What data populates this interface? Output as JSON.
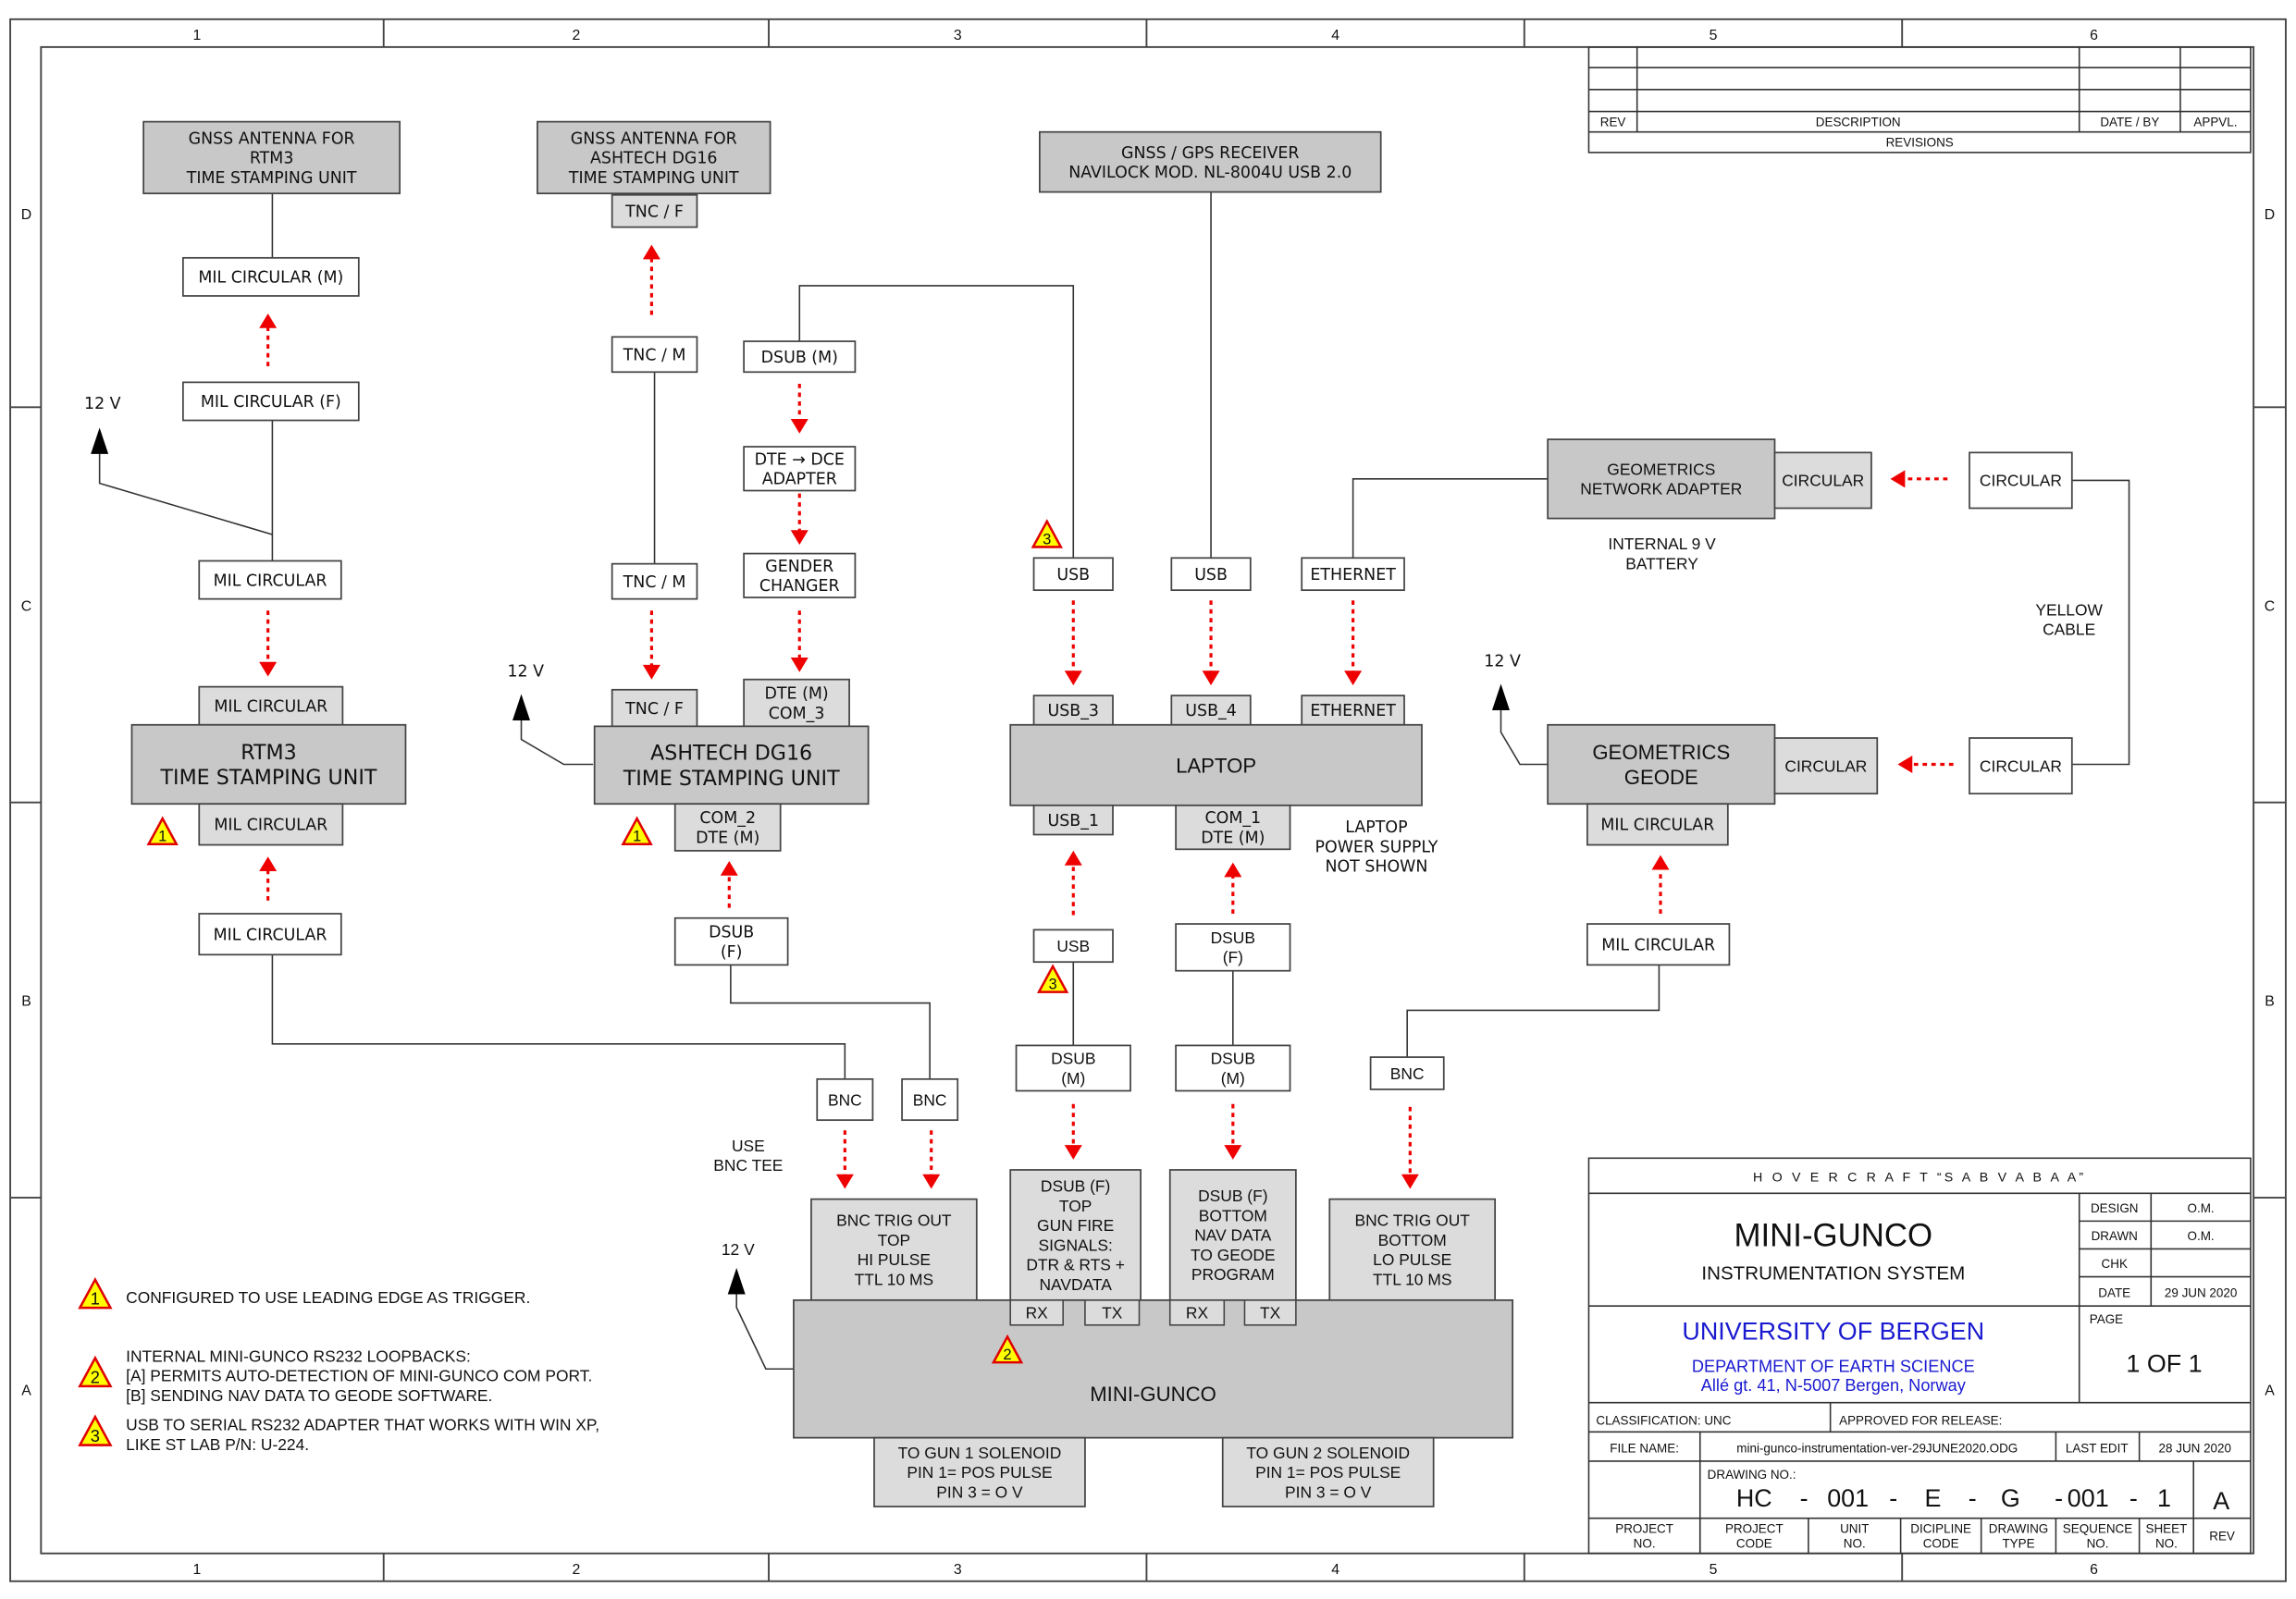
{
  "colors": {
    "dark_box": "#c8c8c8",
    "light_box": "#dcdcdc",
    "white_box": "#ffffff",
    "arrow": "#ee0000",
    "university": "#1a1ad0",
    "warning_fill": "#ffff00",
    "warning_stroke": "#e00000"
  },
  "grid": {
    "columns": [
      "1",
      "2",
      "3",
      "4",
      "5",
      "6"
    ],
    "rows": [
      "D",
      "C",
      "B",
      "A"
    ]
  },
  "revisions": {
    "headers": [
      "REV",
      "DESCRIPTION",
      "DATE / BY",
      "APPVL."
    ],
    "footer": "REVISIONS",
    "rows": [
      [
        "",
        "",
        "",
        ""
      ],
      [
        "",
        "",
        "",
        ""
      ],
      [
        "",
        "",
        "",
        ""
      ]
    ]
  },
  "boxes": {
    "gnss_rtm3": [
      "GNSS ANTENNA FOR",
      "RTM3",
      "TIME STAMPING UNIT"
    ],
    "gnss_ashtech": [
      "GNSS ANTENNA FOR",
      "ASHTECH DG16",
      "TIME STAMPING UNIT"
    ],
    "tnc_f_top": [
      "TNC / F"
    ],
    "gps_receiver": [
      "GNSS / GPS RECEIVER",
      "NAVILOCK MOD. NL-8004U USB 2.0"
    ],
    "mil_circ_m": [
      "MIL CIRCULAR (M)"
    ],
    "mil_circ_f": [
      "MIL CIRCULAR (F)"
    ],
    "tnc_m_1": [
      "TNC / M"
    ],
    "dsub_m_top": [
      "DSUB (M)"
    ],
    "dte_dce": [
      "DTE → DCE",
      "ADAPTER"
    ],
    "gender_changer": [
      "GENDER",
      "CHANGER"
    ],
    "mil_circ_c": [
      "MIL CIRCULAR"
    ],
    "tnc_m_2": [
      "TNC / M"
    ],
    "usb_a": [
      "USB"
    ],
    "usb_b": [
      "USB"
    ],
    "ethernet_a": [
      "ETHERNET"
    ],
    "net_adapter": [
      "GEOMETRICS",
      "NETWORK ADAPTER"
    ],
    "net_adapter_circ": [
      "CIRCULAR"
    ],
    "circ_top": [
      "CIRCULAR"
    ],
    "rtm3_port_top": [
      "MIL CIRCULAR"
    ],
    "rtm3": [
      "RTM3",
      "TIME STAMPING UNIT"
    ],
    "rtm3_port_bot": [
      "MIL CIRCULAR"
    ],
    "ash_tnc_f": [
      "TNC / F"
    ],
    "ash_dte_com3": [
      "DTE (M)",
      "COM_3"
    ],
    "ashtech": [
      "ASHTECH DG16",
      "TIME STAMPING UNIT"
    ],
    "ash_com2": [
      "COM_2",
      "DTE (M)"
    ],
    "lap_usb3": [
      "USB_3"
    ],
    "lap_usb4": [
      "USB_4"
    ],
    "lap_eth": [
      "ETHERNET"
    ],
    "laptop": [
      "LAPTOP"
    ],
    "lap_usb1": [
      "USB_1"
    ],
    "lap_com1": [
      "COM_1",
      "DTE (M)"
    ],
    "geode": [
      "GEOMETRICS",
      "GEODE"
    ],
    "geode_circ": [
      "CIRCULAR"
    ],
    "circ_bot": [
      "CIRCULAR"
    ],
    "geode_mil": [
      "MIL CIRCULAR"
    ],
    "mil_circ_b": [
      "MIL CIRCULAR"
    ],
    "dsub_f_ash": [
      "DSUB",
      "(F)"
    ],
    "usb_c": [
      "USB"
    ],
    "dsub_f_lap": [
      "DSUB",
      "(F)"
    ],
    "mil_circ_geode_b": [
      "MIL CIRCULAR"
    ],
    "bnc_1": [
      "BNC"
    ],
    "bnc_2": [
      "BNC"
    ],
    "dsub_m_1": [
      "DSUB",
      "(M)"
    ],
    "dsub_m_2": [
      "DSUB",
      "(M)"
    ],
    "bnc_3": [
      "BNC"
    ],
    "bnc_trig_top": [
      "BNC TRIG OUT",
      "TOP",
      "HI PULSE",
      "TTL 10 MS"
    ],
    "dsub_f_top": [
      "DSUB (F)",
      "TOP",
      "GUN FIRE",
      "SIGNALS:",
      "DTR & RTS +",
      "NAVDATA"
    ],
    "dsub_f_bottom": [
      "DSUB (F)",
      "BOTTOM",
      "NAV DATA",
      "TO GEODE",
      "PROGRAM"
    ],
    "bnc_trig_bottom": [
      "BNC TRIG OUT",
      "BOTTOM",
      "LO PULSE",
      "TTL 10 MS"
    ],
    "minigunco": [
      "MINI-GUNCO"
    ],
    "rx1": [
      "RX"
    ],
    "tx1": [
      "TX"
    ],
    "rx2": [
      "RX"
    ],
    "tx2": [
      "TX"
    ],
    "gun1": [
      "TO GUN 1  SOLENOID",
      "PIN 1= POS PULSE",
      "PIN 3 = O V"
    ],
    "gun2": [
      "TO GUN 2  SOLENOID",
      "PIN 1= POS PULSE",
      "PIN 3 = O V"
    ]
  },
  "labels": {
    "v12_rtm3": "12 V",
    "v12_ash": "12 V",
    "v12_geode": "12 V",
    "v12_gunco": "12 V",
    "battery": [
      "INTERNAL 9 V",
      "BATTERY"
    ],
    "yellow_cable": [
      "YELLOW",
      "CABLE"
    ],
    "laptop_power": [
      "LAPTOP",
      "POWER SUPPLY",
      "NOT SHOWN"
    ],
    "bnc_tee": [
      "USE",
      "BNC TEE"
    ]
  },
  "notes": [
    {
      "num": "1",
      "lines": [
        "CONFIGURED TO USE LEADING EDGE AS TRIGGER."
      ]
    },
    {
      "num": "2",
      "lines": [
        "INTERNAL MINI-GUNCO RS232 LOOPBACKS:",
        "[A] PERMITS AUTO-DETECTION OF MINI-GUNCO COM PORT.",
        "[B] SENDING NAV DATA TO GEODE SOFTWARE."
      ]
    },
    {
      "num": "3",
      "lines": [
        "USB TO SERIAL RS232 ADAPTER THAT WORKS WITH WIN XP,",
        "LIKE ST LAB P/N: U-224."
      ]
    }
  ],
  "title_block": {
    "project": "H O V E R C R A F T  “S A B V A B A A”",
    "title": "MINI-GUNCO",
    "subtitle": "INSTRUMENTATION SYSTEM",
    "design_label": "DESIGN",
    "design": "O.M.",
    "drawn_label": "DRAWN",
    "drawn": "O.M.",
    "chk_label": "CHK",
    "chk": "",
    "date_label": "DATE",
    "date": "29 JUN 2020",
    "university": "UNIVERSITY OF BERGEN",
    "department": "DEPARTMENT OF EARTH SCIENCE",
    "address": "Allé gt. 41, N-5007 Bergen, Norway",
    "page_label": "PAGE",
    "page": "1 OF 1",
    "classification": "CLASSIFICATION:  UNC",
    "approved": "APPROVED FOR RELEASE:",
    "file_label": "FILE NAME:",
    "file_name": "mini-gunco-instrumentation-ver-29JUNE2020.ODG",
    "last_edit_label": "LAST EDIT",
    "last_edit": "28 JUN 2020",
    "drawing_no_label": "DRAWING NO.:",
    "drawing_no": [
      "HC",
      "-",
      "001",
      "-",
      "E",
      "-",
      "G",
      "-",
      "001",
      "-",
      "1"
    ],
    "rev": "A",
    "footer": [
      [
        "PROJECT",
        "NO."
      ],
      [
        "PROJECT",
        "CODE"
      ],
      [
        "UNIT",
        "NO."
      ],
      [
        "DICIPLINE",
        "CODE"
      ],
      [
        "DRAWING",
        "TYPE"
      ],
      [
        "SEQUENCE",
        "NO."
      ],
      [
        "SHEET",
        "NO."
      ],
      [
        "REV"
      ]
    ]
  }
}
